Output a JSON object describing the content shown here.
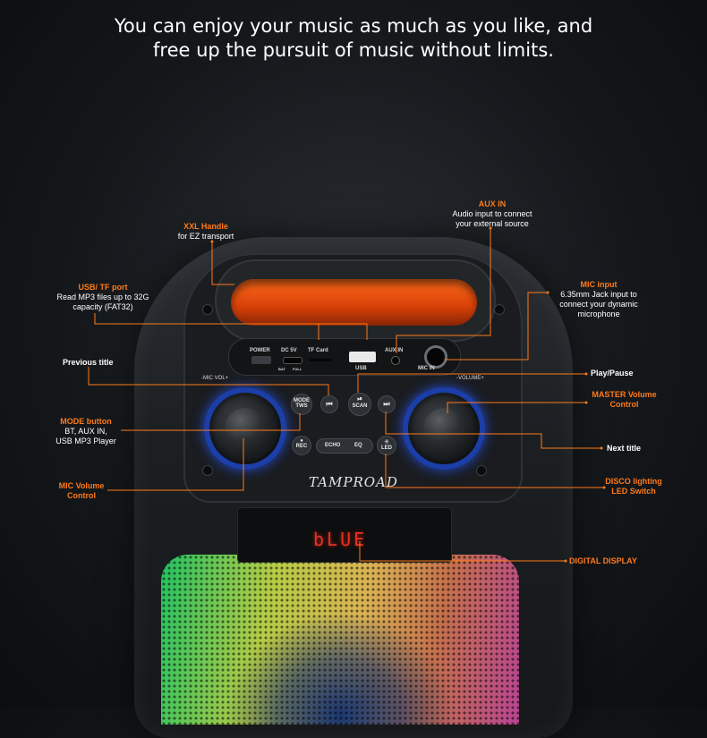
{
  "headline": {
    "line1": "You can enjoy your music as much as you like, and",
    "line2": "free up the pursuit of music without limits."
  },
  "colors": {
    "accent": "#ff7a1a",
    "text": "#ffffff",
    "display": "#e53226",
    "knob_ring": "#1b3ea8"
  },
  "callouts": {
    "aux_in": {
      "title": "AUX IN",
      "line1": "Audio input to connect",
      "line2": "your external source"
    },
    "xxl_handle": {
      "title": "XXL Handle",
      "line1": "for EZ transport"
    },
    "usb_tf": {
      "title": "USB/ TF port",
      "line1": "Read MP3 files up to 32G",
      "line2": "capacity (FAT32)"
    },
    "mic_input": {
      "title": "MIC input",
      "line1": "6.35mm Jack input to",
      "line2": "connect your dynamic",
      "line3": "microphone"
    },
    "previous_title": "Previous title",
    "play_pause": "Play/Pause",
    "master_volume": {
      "line1": "MASTER Volume",
      "line2": "Control"
    },
    "mode_button": {
      "title": "MODE button",
      "line1": "BT, AUX IN,",
      "line2": "USB MP3 Player"
    },
    "next_title": "Next title",
    "mic_volume": {
      "line1": "MIC Volume",
      "line2": "Control"
    },
    "disco": {
      "line1": "DISCO lighting",
      "line2": "LED Switch"
    },
    "digital_display": "DIGITAL DISPLAY"
  },
  "panel": {
    "power": "POWER",
    "dc5v": "DC 5V",
    "tf_card": "TF Card",
    "aux_in": "AUX IN",
    "mic_in": "MIC IN",
    "usb": "USB",
    "bat": "BAT",
    "full": "FULL",
    "mic_vol": "-MIC VOL+",
    "volume": "-VOLUME+"
  },
  "buttons": {
    "mode": "MODE",
    "tws": "TWS",
    "scan": "SCAN",
    "rec": "REC",
    "echo": "ECHO",
    "eq": "EQ",
    "led": "LED",
    "prev_glyph": "⏮",
    "play_glyph": "⏯",
    "next_glyph": "⏭",
    "rec_glyph": "●",
    "led_glyph": "✳"
  },
  "brand": "TAMPROAD",
  "display_text": "bLUE"
}
